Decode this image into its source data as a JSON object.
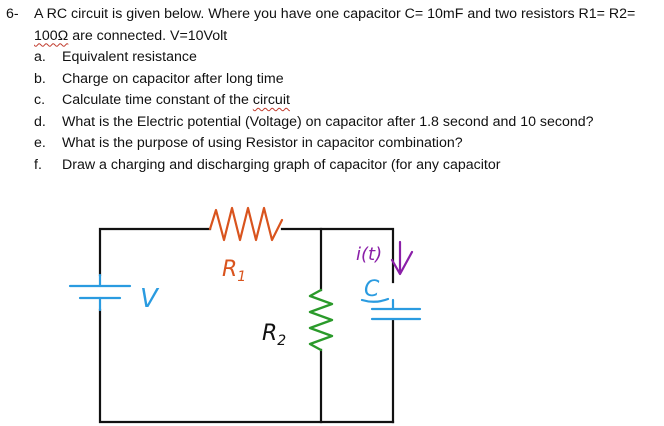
{
  "question": {
    "number": "6-",
    "stem_line1": "A RC circuit is given below.  Where you have one capacitor C= 10mF and two resistors R1= R2=",
    "stem_line2_underlined": "100Ω",
    "stem_line2_rest": " are connected. V=10Volt",
    "items": [
      {
        "letter": "a.",
        "text": "Equivalent resistance"
      },
      {
        "letter": "b.",
        "text": "Charge on capacitor after long time"
      },
      {
        "letter": "c.",
        "text_before": "Calculate time constant of the ",
        "text_underlined": "circuit"
      },
      {
        "letter": "d.",
        "text": "What is the Electric potential (Voltage) on capacitor after 1.8 second and 10 second?"
      },
      {
        "letter": "e.",
        "text": "What is the purpose of using Resistor in capacitor combination?"
      },
      {
        "letter": "f.",
        "text": "Draw a charging and discharging graph of capacitor (for any capacitor"
      }
    ]
  },
  "diagram": {
    "label_r1": "R",
    "label_r1_sub": "1",
    "label_r2": "R",
    "label_r2_sub": "2",
    "label_v": "V",
    "label_c": "C",
    "label_current": "i(t)",
    "colors": {
      "r1": "#d9541e",
      "r2": "#2a9a2a",
      "battery": "#2a9be0",
      "capacitor": "#2a9be0",
      "current": "#8a1fa8",
      "wire": "#111111"
    }
  }
}
